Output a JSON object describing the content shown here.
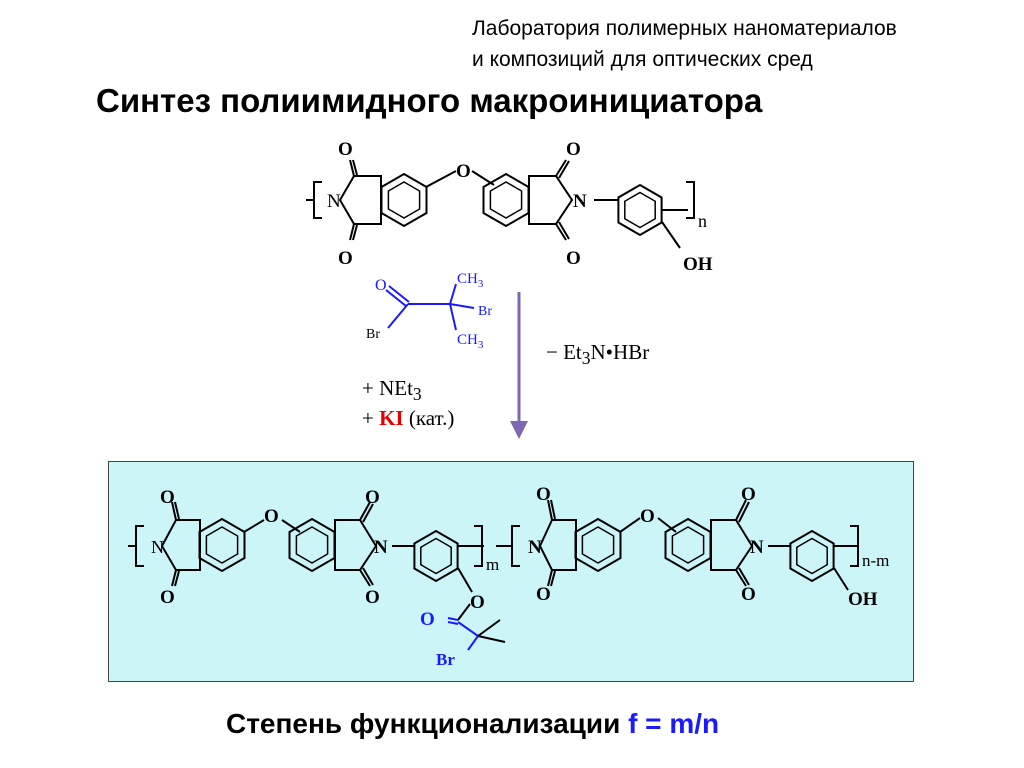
{
  "header": {
    "lab_line1": "Лаборатория полимерных наноматериалов",
    "lab_line2": "и композиций для оптических сред"
  },
  "title": "Синтез полиимидного макроинициатора",
  "reactant_polymer": {
    "atoms": {
      "O": "O",
      "N": "N",
      "OH": "OH"
    },
    "repeat_index": "n"
  },
  "reagent": {
    "ch3_top": "CH",
    "ch3_bottom": "CH",
    "sub3": "3",
    "br_right": "Br",
    "br_left": "Br",
    "o": "O",
    "color": "#1a1aff"
  },
  "conditions": {
    "net3_prefix": "+ NEt",
    "net3_sub": "3",
    "ki_prefix": "+ ",
    "ki": "KI",
    "ki_suffix": " (кат.)",
    "byproduct_prefix": "− Et",
    "byproduct_sub": "3",
    "byproduct_suffix": "N•HBr",
    "arrow_color": "#7b68b0"
  },
  "product": {
    "index_m": "m",
    "index_nm": "n-m",
    "br": "Br",
    "background": "#ccf5f8"
  },
  "footer": {
    "text": "Степень функционализации ",
    "formula": "f = m/n"
  }
}
